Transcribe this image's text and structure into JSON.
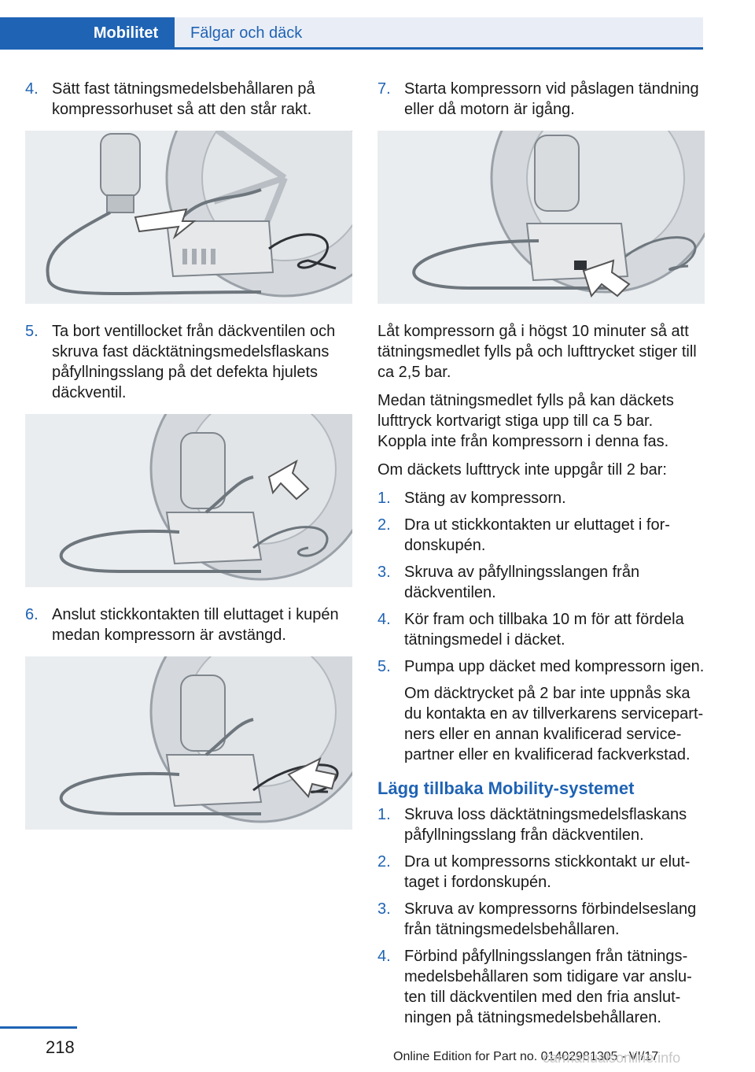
{
  "header": {
    "chapter_tab": "Mobilitet",
    "section_tab": "Fälgar och däck"
  },
  "left_column": {
    "steps": [
      {
        "num": "4.",
        "text": "Sätt fast tätningsmedelsbehållaren på kompressorhuset så att den står rakt."
      },
      {
        "num": "5.",
        "text": "Ta bort ventillocket från däckventilen och skruva fast däcktätningsmedelsflaskans påfyllningsslang på det defekta hjulets däckventil."
      },
      {
        "num": "6.",
        "text": "Anslut stickkontakten till eluttaget i kupén medan kompressorn är avstängd."
      }
    ]
  },
  "right_column": {
    "step7": {
      "num": "7.",
      "text": "Starta kompressorn vid påslagen tändning eller då motorn är igång."
    },
    "para1": "Låt kompressorn gå i högst 10 minuter så att tätningsmedlet fylls på och lufttrycket stiger till ca 2,5 bar.",
    "para2": "Medan tätningsmedlet fylls på kan däckets lufttryck kortvarigt stiga upp till ca 5 bar. Koppla inte från kompressorn i denna fas.",
    "para3": "Om däckets lufttryck inte uppgår till 2 bar:",
    "list1": [
      {
        "num": "1.",
        "text": "Stäng av kompressorn."
      },
      {
        "num": "2.",
        "text": "Dra ut stickkontakten ur eluttaget i for­donskupén."
      },
      {
        "num": "3.",
        "text": "Skruva av påfyllningsslangen från däckven­tilen."
      },
      {
        "num": "4.",
        "text": "Kör fram och tillbaka 10 m för att fördela tätningsmedel i däcket."
      },
      {
        "num": "5.",
        "text": "Pumpa upp däcket med kompressorn igen."
      }
    ],
    "list1_note": "Om däcktrycket på 2 bar inte uppnås ska du kontakta en av tillverkarens servicepart­ners eller en annan kvalificerad service­partner eller en kvalificerad fackverkstad.",
    "heading": "Lägg tillbaka Mobility-systemet",
    "list2": [
      {
        "num": "1.",
        "text": "Skruva loss däcktätningsmedelsflaskans påfyllningsslang från däckventilen."
      },
      {
        "num": "2.",
        "text": "Dra ut kompressorns stickkontakt ur elut­taget i fordonskupén."
      },
      {
        "num": "3.",
        "text": "Skruva av kompressorns förbindelseslang från tätningsmedelsbehållaren."
      },
      {
        "num": "4.",
        "text": "Förbind påfyllningsslangen från tätnings­medelsbehållaren som tidigare var anslu­ten till däckventilen med den fria anslut­ningen på tätningsmedelsbehållaren."
      }
    ]
  },
  "footer": {
    "page_number": "218",
    "edition": "Online Edition for Part no. 01402981305 - VI/17",
    "watermark": "carmanualsonline.info"
  }
}
